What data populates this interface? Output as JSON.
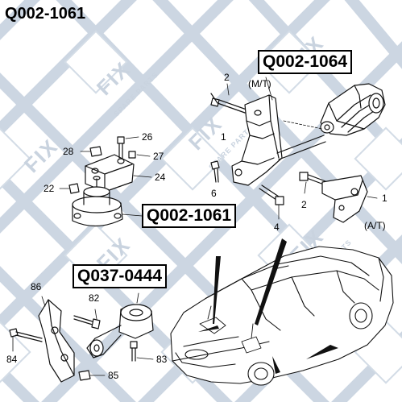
{
  "title": "Q002-1061",
  "callouts": {
    "top_right": "Q002-1064",
    "middle": "Q002-1061",
    "lower_left": "Q037-0444"
  },
  "labels": {
    "mt": "(M/T)",
    "at": "(A/T)",
    "n2_top": "2",
    "n1_bracket": "1",
    "n6": "6",
    "n4": "4",
    "n2_right": "2",
    "n1_right": "1",
    "n26": "26",
    "n28": "28",
    "n27": "27",
    "n24": "24",
    "n22": "22",
    "n86": "86",
    "n82": "82",
    "n84": "84",
    "n85": "85",
    "n83": "83"
  },
  "watermark": {
    "brand": "FIX",
    "tagline": "SPARE PARTS",
    "color": "#c9d3df"
  }
}
